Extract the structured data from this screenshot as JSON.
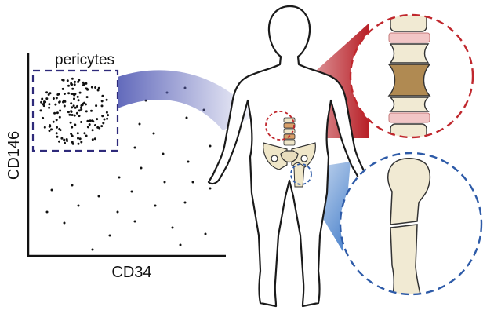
{
  "figure": {
    "gate_label": "pericytes",
    "x_axis_label": "CD34",
    "y_axis_label": "CD146"
  },
  "colors": {
    "gate_border": "#2e2a7a",
    "blue_arrow": "#5a62b8",
    "red_cone": "#b4141c",
    "blue_cone": "#2f6fc4",
    "red_circle": "#c0272d",
    "blue_circle": "#2e5ba8",
    "bone_fill": "#f1ead3",
    "disc_fill": "#b08a52",
    "cartilage_fill": "#f2c6c6"
  },
  "icons": [
    "human-body-outline",
    "pelvis-icon",
    "spine-icon",
    "femur-icon",
    "vertebra-disc-icon"
  ]
}
